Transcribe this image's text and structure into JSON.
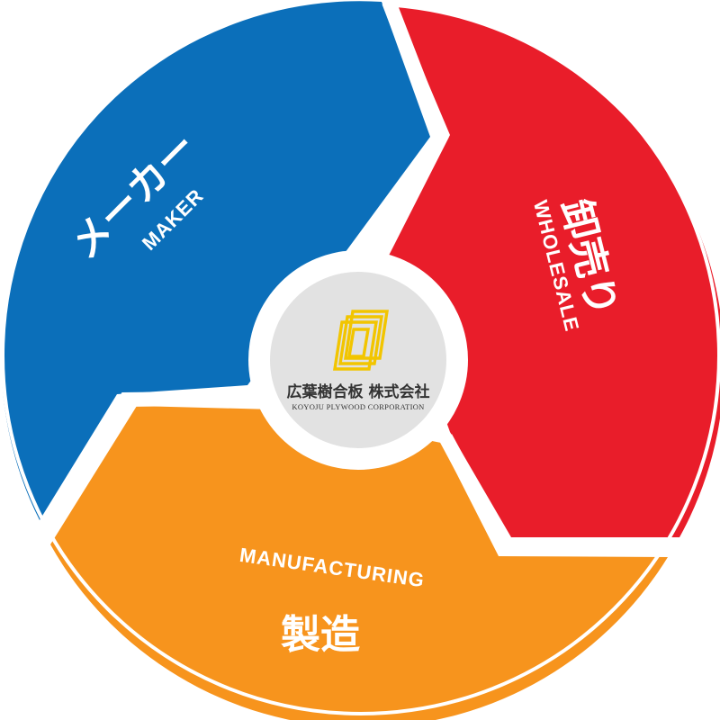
{
  "segments": {
    "maker": {
      "jp": "メーカー",
      "en": "MAKER",
      "color": "#0b6fba"
    },
    "wholesale": {
      "jp": "卸売り",
      "en": "WHOLESALE",
      "color": "#e91d2a"
    },
    "manufacturing": {
      "jp": "製造",
      "en": "MANUFACTURING",
      "color": "#f7941d"
    }
  },
  "logo": {
    "name_jp": "広葉樹合板 株式会社",
    "name_en": "KOYOJU PLYWOOD CORPORATION",
    "mark_color": "#f2c500",
    "badge_color": "#e2e2e2"
  }
}
